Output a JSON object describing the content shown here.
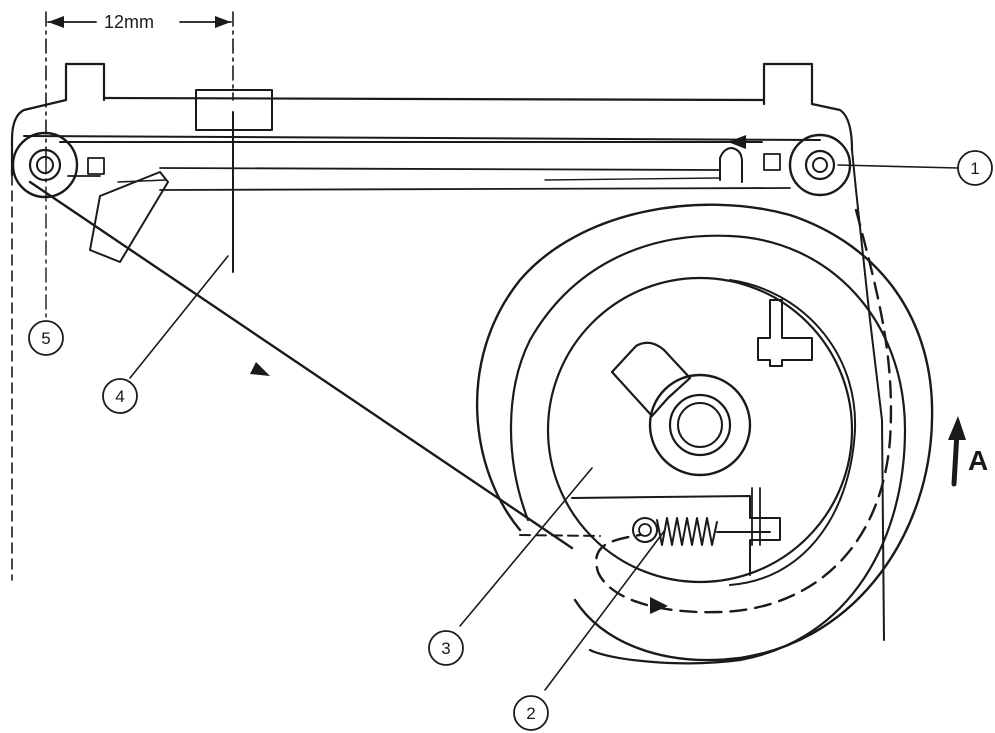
{
  "dimension": {
    "label": "12mm"
  },
  "callouts": [
    {
      "id": "1",
      "label": "1"
    },
    {
      "id": "2",
      "label": "2"
    },
    {
      "id": "3",
      "label": "3"
    },
    {
      "id": "4",
      "label": "4"
    },
    {
      "id": "5",
      "label": "5"
    }
  ],
  "direction": {
    "label": "A"
  },
  "colors": {
    "ink": "#1a1a1a",
    "paper": "#ffffff"
  }
}
